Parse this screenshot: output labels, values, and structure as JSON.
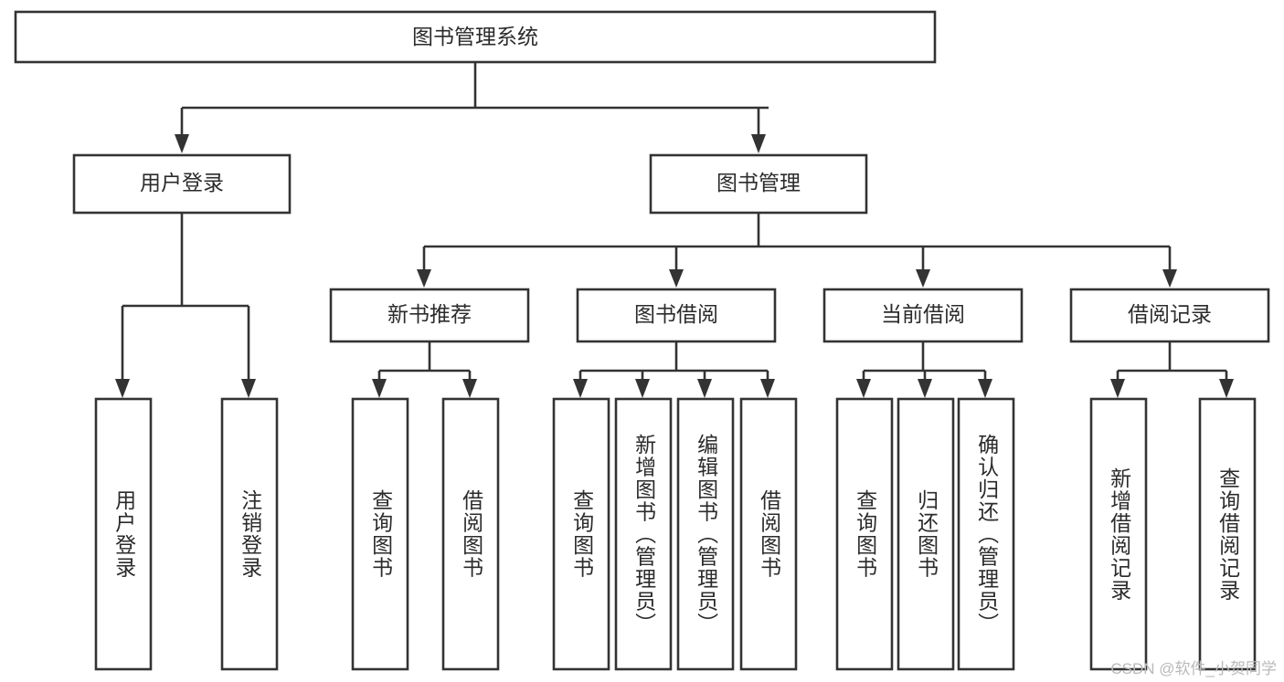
{
  "diagram": {
    "title": "图书管理系统",
    "type": "hierarchy-tree",
    "watermark": "CSDN @软件_小贺同学",
    "root": {
      "label": "图书管理系统"
    },
    "level2": [
      {
        "label": "用户登录"
      },
      {
        "label": "图书管理"
      }
    ],
    "level3": [
      {
        "label": "新书推荐"
      },
      {
        "label": "图书借阅"
      },
      {
        "label": "当前借阅"
      },
      {
        "label": "借阅记录"
      }
    ],
    "leaves": {
      "user_login": [
        {
          "label": "用户登录"
        },
        {
          "label": "注销登录"
        }
      ],
      "new_book_recommend": [
        {
          "label": "查询图书"
        },
        {
          "label": "借阅图书"
        }
      ],
      "book_borrow": [
        {
          "label": "查询图书"
        },
        {
          "label": "新增图书（管理员）"
        },
        {
          "label": "编辑图书（管理员）"
        },
        {
          "label": "借阅图书"
        }
      ],
      "current_borrow": [
        {
          "label": "查询图书"
        },
        {
          "label": "归还图书"
        },
        {
          "label": "确认归还（管理员）"
        }
      ],
      "borrow_record": [
        {
          "label": "新增借阅记录"
        },
        {
          "label": "查询借阅记录"
        }
      ]
    },
    "colors": {
      "stroke": "#333333",
      "fill": "#ffffff",
      "text": "#2b2b2b",
      "watermark": "#b9b9b9"
    }
  }
}
